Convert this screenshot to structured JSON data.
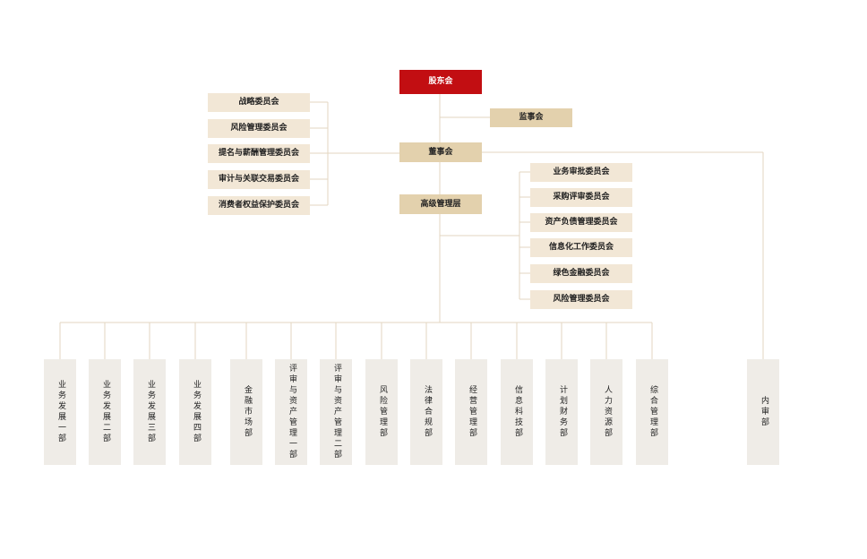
{
  "top": {
    "shareholders": "股东会",
    "supervisors": "监事会",
    "board": "董事会",
    "senior_management": "高级管理层"
  },
  "board_committees": [
    "战略委员会",
    "风险管理委员会",
    "提名与薪酬管理委员会",
    "审计与关联交易委员会",
    "消费者权益保护委员会"
  ],
  "management_committees": [
    "业务审批委员会",
    "采购评审委员会",
    "资产负债管理委员会",
    "信息化工作委员会",
    "绿色金融委员会",
    "风险管理委员会"
  ],
  "departments": [
    "业务发展一部",
    "业务发展二部",
    "业务发展三部",
    "业务发展四部",
    "金融市场部",
    "评审与资产管理一部",
    "评审与资产管理二部",
    "风险管理部",
    "法律合规部",
    "经营管理部",
    "信息科技部",
    "计划财务部",
    "人力资源部",
    "综合管理部"
  ],
  "audit_department": "内审部",
  "colors": {
    "red": "#c20e12",
    "mid": "#e3d1ad",
    "light": "#f2e7d6",
    "department": "#efece7",
    "line": "#e3d6c0"
  }
}
